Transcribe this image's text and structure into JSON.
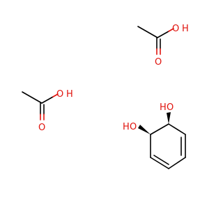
{
  "diagram": {
    "molecules": [
      {
        "id": "acetic-acid-1",
        "atom_labels": {
          "hydroxyl": "O",
          "hydroxyl_h": "H",
          "carbonyl": "O"
        }
      },
      {
        "id": "acetic-acid-2",
        "atom_labels": {
          "hydroxyl": "O",
          "hydroxyl_h": "H",
          "carbonyl": "O"
        }
      },
      {
        "id": "cyclohexadiene-diol",
        "atom_labels": {
          "oh_upper_h": "H",
          "oh_upper_o": "O",
          "oh_left_h": "H",
          "oh_left_o": "O"
        }
      }
    ],
    "colors": {
      "bond": "#000000",
      "oxygen": "#e0120c",
      "background": "#ffffff"
    }
  }
}
